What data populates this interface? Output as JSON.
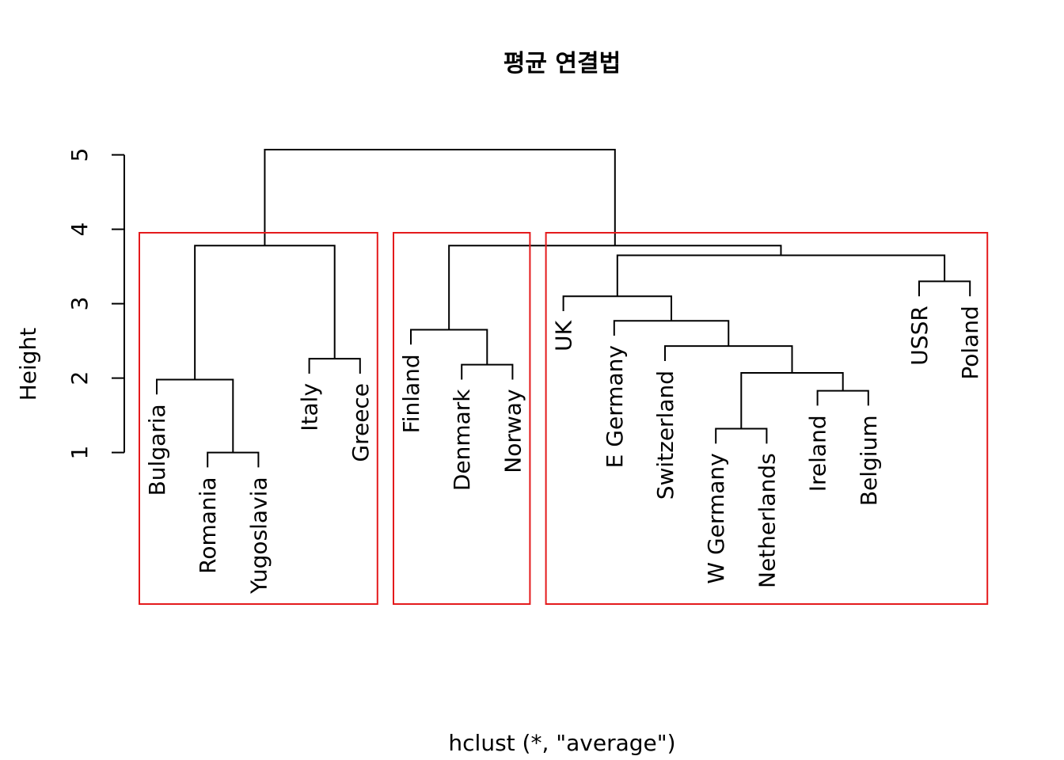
{
  "chart_data": {
    "type": "dendrogram",
    "title": "평균 연결법",
    "xlabel": "hclust (*, \"average\")",
    "ylabel": "Height",
    "ylim": [
      0.4,
      5.4
    ],
    "yticks": [
      1,
      2,
      3,
      4,
      5
    ],
    "leaves": [
      "Bulgaria",
      "Romania",
      "Yugoslavia",
      "Italy",
      "Greece",
      "Finland",
      "Denmark",
      "Norway",
      "UK",
      "E Germany",
      "Switzerland",
      "W Germany",
      "Netherlands",
      "Ireland",
      "Belgium",
      "USSR",
      "Poland"
    ],
    "merges": [
      {
        "a": -2,
        "b": -3,
        "h": 1.0
      },
      {
        "a": -1,
        "b": 1,
        "h": 1.98
      },
      {
        "a": -4,
        "b": -5,
        "h": 2.26
      },
      {
        "a": -7,
        "b": -8,
        "h": 2.18
      },
      {
        "a": -6,
        "b": 4,
        "h": 2.65
      },
      {
        "a": -12,
        "b": -13,
        "h": 1.32
      },
      {
        "a": -14,
        "b": -15,
        "h": 1.83
      },
      {
        "a": 6,
        "b": 7,
        "h": 2.07
      },
      {
        "a": -11,
        "b": 8,
        "h": 2.43
      },
      {
        "a": -10,
        "b": 9,
        "h": 2.77
      },
      {
        "a": -9,
        "b": 10,
        "h": 3.1
      },
      {
        "a": -16,
        "b": -17,
        "h": 3.3
      },
      {
        "a": 11,
        "b": 12,
        "h": 3.65
      },
      {
        "a": 2,
        "b": 3,
        "h": 3.78
      },
      {
        "a": 5,
        "b": 13,
        "h": 3.78
      },
      {
        "a": 14,
        "b": 15,
        "h": 5.07
      }
    ],
    "leaf_height_offset": 0.2,
    "clusters": [
      {
        "from_leaf": 1,
        "to_leaf": 5
      },
      {
        "from_leaf": 6,
        "to_leaf": 8
      },
      {
        "from_leaf": 9,
        "to_leaf": 17
      }
    ],
    "cluster_box_color": "#e41a1c",
    "line_color": "#000000"
  }
}
